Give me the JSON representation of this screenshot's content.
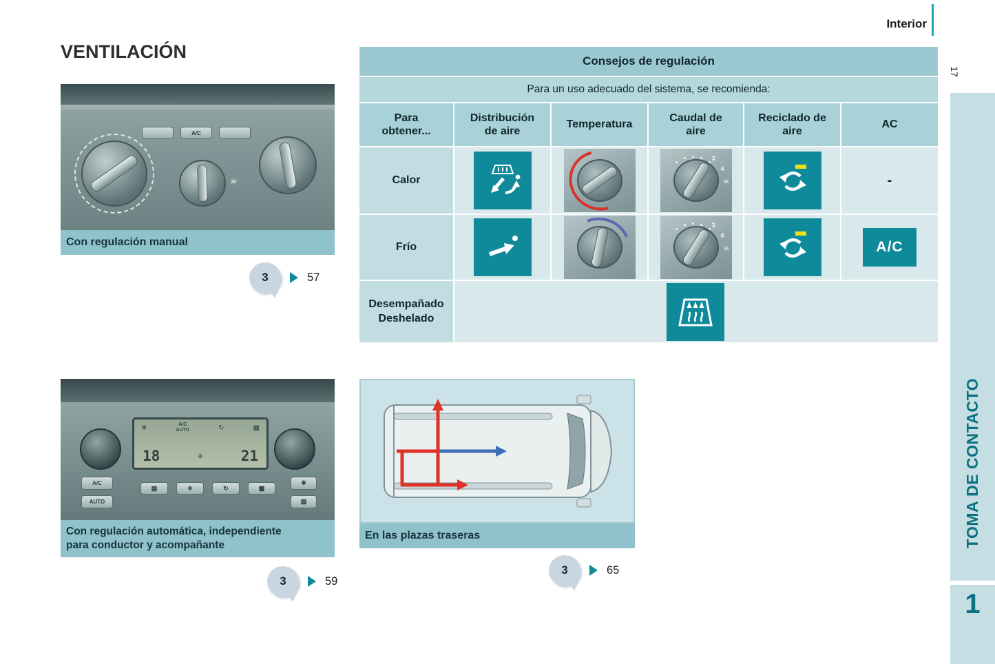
{
  "page": {
    "header_right": "Interior",
    "page_number": "17",
    "sidebar_title": "TOMA DE CONTACTO",
    "chapter_number": "1",
    "title": "VENTILACIÓN"
  },
  "figures": {
    "manual": {
      "caption": "Con regulación manual",
      "ref_number": "3",
      "ref_page": "57"
    },
    "auto": {
      "caption_line1": "Con regulación automática, independiente",
      "caption_line2": "para conductor y acompañante",
      "ref_number": "3",
      "ref_page": "59"
    },
    "rear_seats": {
      "caption": "En las plazas traseras",
      "ref_number": "3",
      "ref_page": "65"
    }
  },
  "panels": {
    "manual": {
      "ac_button": "A/C"
    },
    "auto": {
      "temp_left": "18",
      "temp_right": "21",
      "mode_line1": "A/C",
      "mode_line2": "AUTO",
      "btn_ac": "A/C",
      "btn_auto": "AUTO"
    }
  },
  "table": {
    "title": "Consejos de regulación",
    "subtitle": "Para un uso adecuado del sistema, se recomienda:",
    "columns": [
      "Para obtener...",
      "Distribución de aire",
      "Temperatura",
      "Caudal de aire",
      "Reciclado de aire",
      "AC"
    ],
    "rows": [
      {
        "label": "Calor",
        "ac_value": "-"
      },
      {
        "label": "Frío",
        "ac_value": "A/C"
      },
      {
        "label_line1": "Desempañado",
        "label_line2": "Deshelado"
      }
    ],
    "knob": {
      "label_3": "3",
      "label_4": "4"
    }
  },
  "icons": {
    "fan_glyph": "✳",
    "snow_glyph": "❄",
    "recirc_glyph": "↻",
    "grid_glyph": "▦",
    "vent_glyph": "▤"
  },
  "colors": {
    "teal_icon": "#0E8A9B",
    "side_band": "#C4DEE3",
    "table_title_bg": "#9CC9D1",
    "table_subtitle_bg": "#B5D8DD",
    "table_header_bg": "#A8D1D8",
    "row_label_bg": "#C2DDE2",
    "cell_bg": "#D8E8EB",
    "caption_bg": "#8FC2CA",
    "accent_yellow": "#F2E014",
    "hot_red": "#D6342A",
    "cold_blue": "#5A68B0"
  }
}
